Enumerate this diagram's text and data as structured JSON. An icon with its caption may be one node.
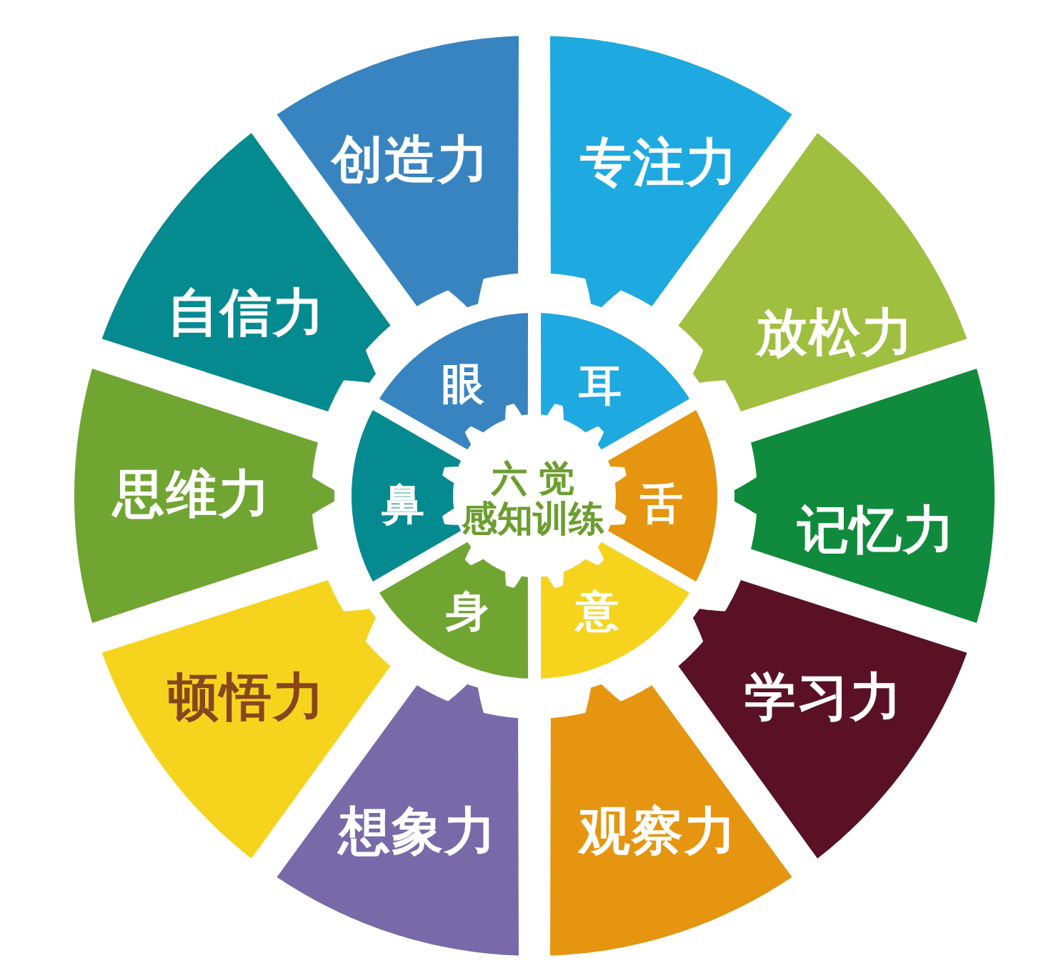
{
  "diagram": {
    "nodes": [
      {
        "text": [
          "创造力"
        ]
      },
      {
        "text": [
          "专注力"
        ]
      },
      {
        "text": [
          "放松力"
        ]
      },
      {
        "text": [
          "记忆力"
        ]
      },
      {
        "text": [
          "学习力"
        ]
      },
      {
        "text": [
          "观察力"
        ]
      },
      {
        "text": [
          "想象力"
        ]
      },
      {
        "text": [
          "顿悟力"
        ]
      },
      {
        "text": [
          "思维力"
        ]
      },
      {
        "text": [
          "自信力"
        ]
      },
      {
        "text": [
          "眼"
        ]
      },
      {
        "text": [
          "耳"
        ]
      },
      {
        "text": [
          "舌"
        ]
      },
      {
        "text": [
          "意"
        ]
      },
      {
        "text": [
          "身"
        ]
      },
      {
        "text": [
          "鼻"
        ]
      },
      {
        "text": [
          "六觉",
          "感知训练"
        ]
      }
    ]
  }
}
